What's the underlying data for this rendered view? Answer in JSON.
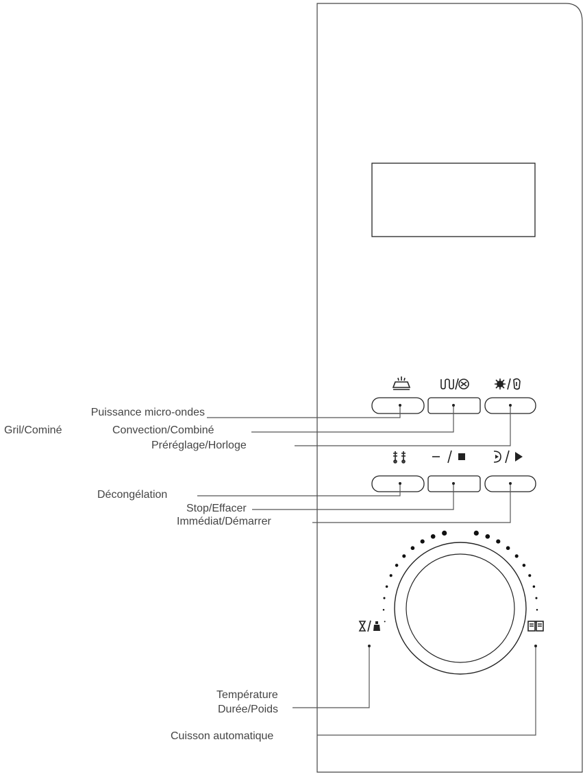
{
  "labels": {
    "micro": "Puissance micro-ondes",
    "gril": "Gril/Cominé",
    "convection": "Convection/Combiné",
    "prereglage": "Préréglage/Horloge",
    "decongelation": "Décongélation",
    "stop": "Stop/Effacer",
    "immediat": "Immédiat/Démarrer",
    "temperature": "Température",
    "duree": "Durée/Poids",
    "cuisson": "Cuisson automatique"
  },
  "icons": {
    "micro": "microwave-power-icon",
    "gril_conv": "grill-convection-icon",
    "preset_clock": "preset-clock-icon",
    "defrost": "defrost-icon",
    "stop": "minus-stop-icon",
    "start": "instant-start-icon",
    "time_weight": "hourglass-weight-icon",
    "auto_cook": "auto-cook-book-icon"
  },
  "symbols": {
    "slash": "/"
  }
}
